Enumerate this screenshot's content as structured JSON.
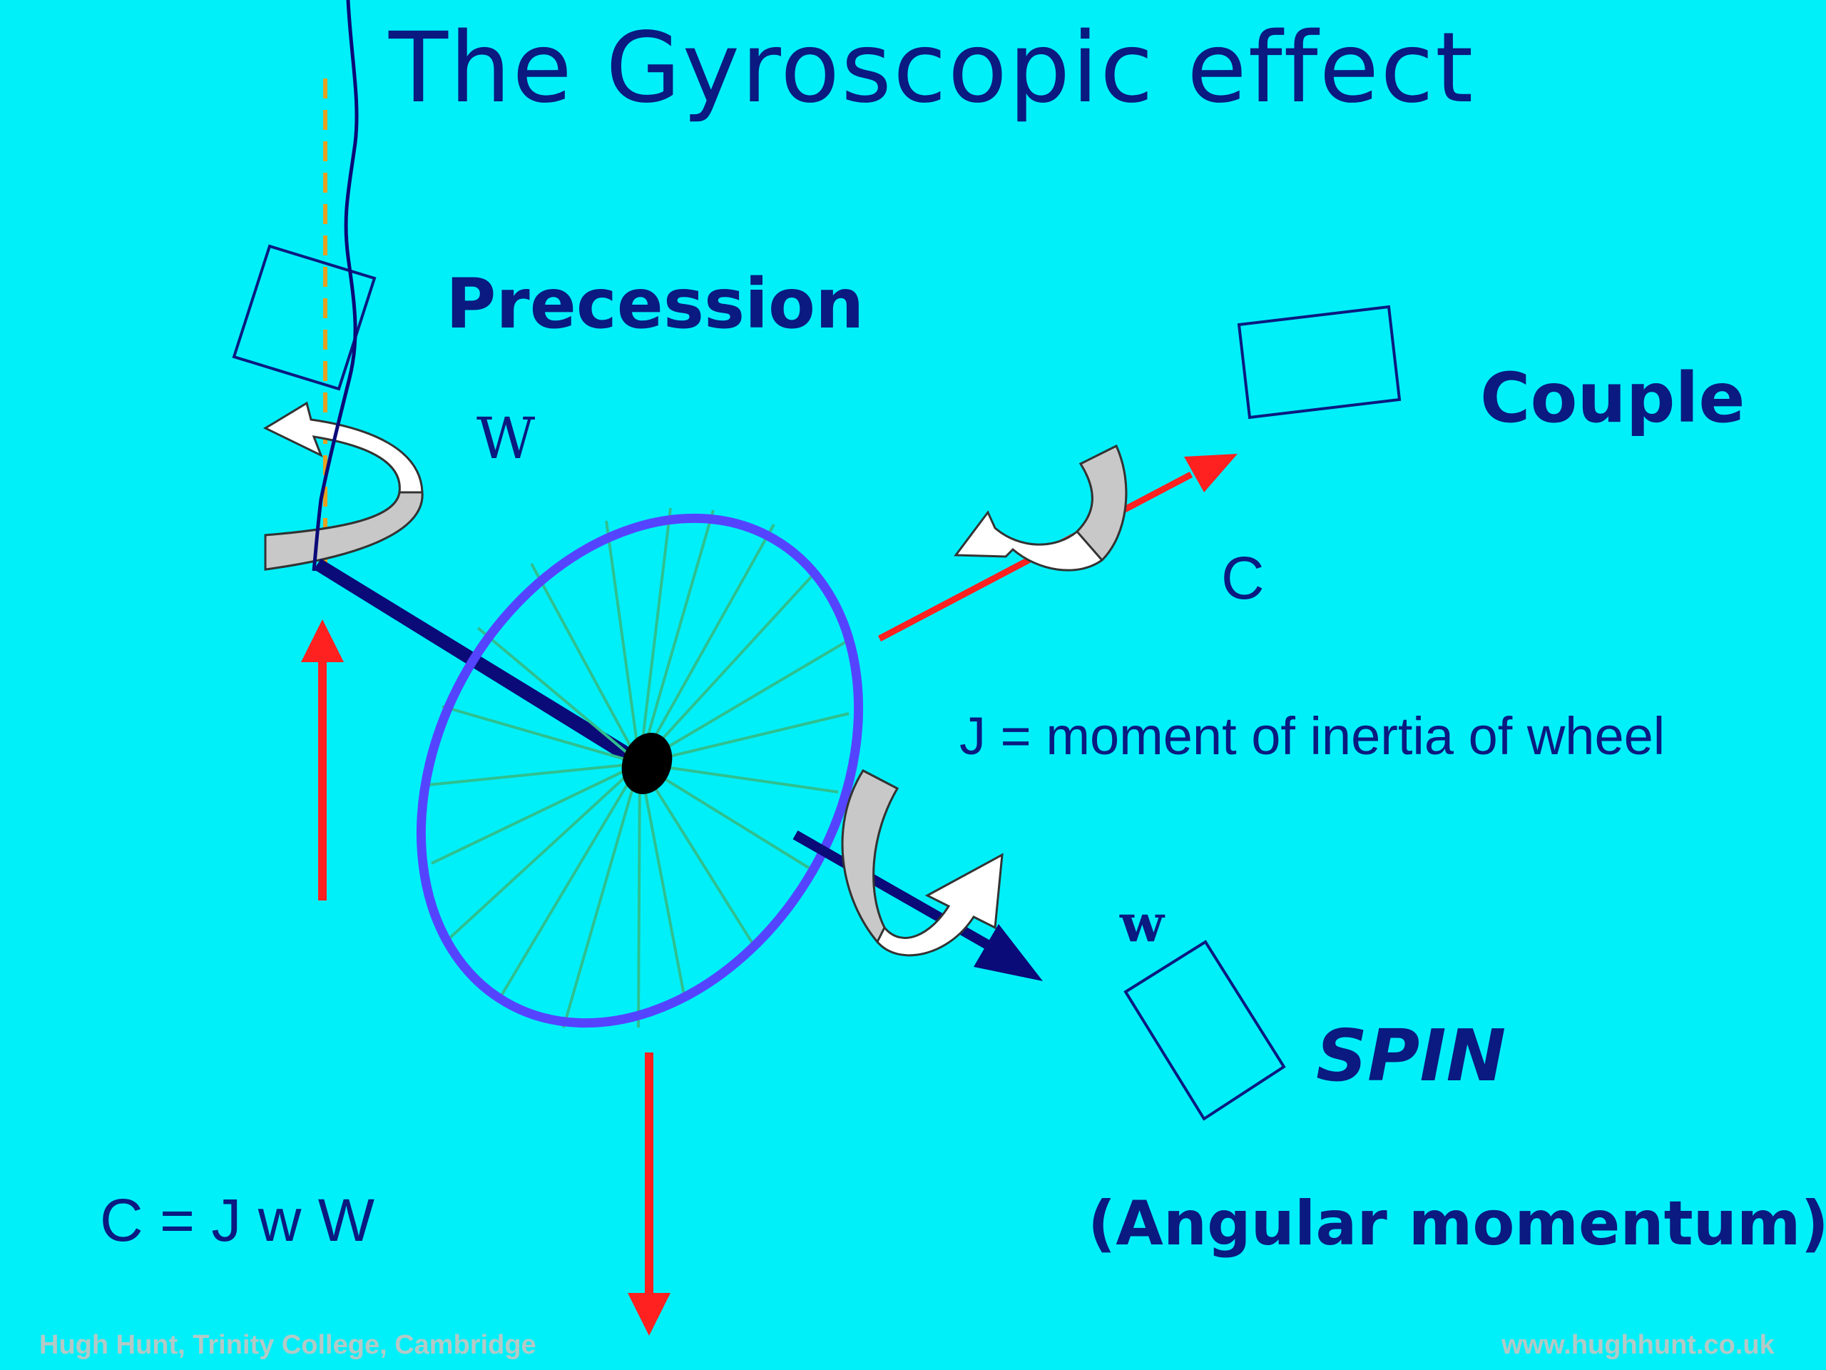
{
  "title": "The Gyroscopic effect",
  "labels": {
    "precession": "Precession",
    "precession_symbol": "W",
    "couple": "Couple",
    "couple_symbol": "C",
    "inertia_definition": "J  =  moment of inertia of wheel",
    "spin_symbol": "w",
    "spin": "SPIN",
    "angular_momentum": "(Angular momentum)",
    "equation": "C = J w W"
  },
  "footer": {
    "left": "Hugh Hunt, Trinity College, Cambridge",
    "right": "www.hughhunt.co.uk"
  },
  "colors": {
    "background": "#00F0FA",
    "text": "#0A1A80",
    "force_arrow": "#FF2020",
    "wheel_rim": "#5544FF",
    "spokes": "#2FC08F",
    "axle": "#0A0A78",
    "suspension_string": "#0A0A78",
    "vertical_reference": "#E6A020",
    "footer_text": "#B3C9C6"
  }
}
